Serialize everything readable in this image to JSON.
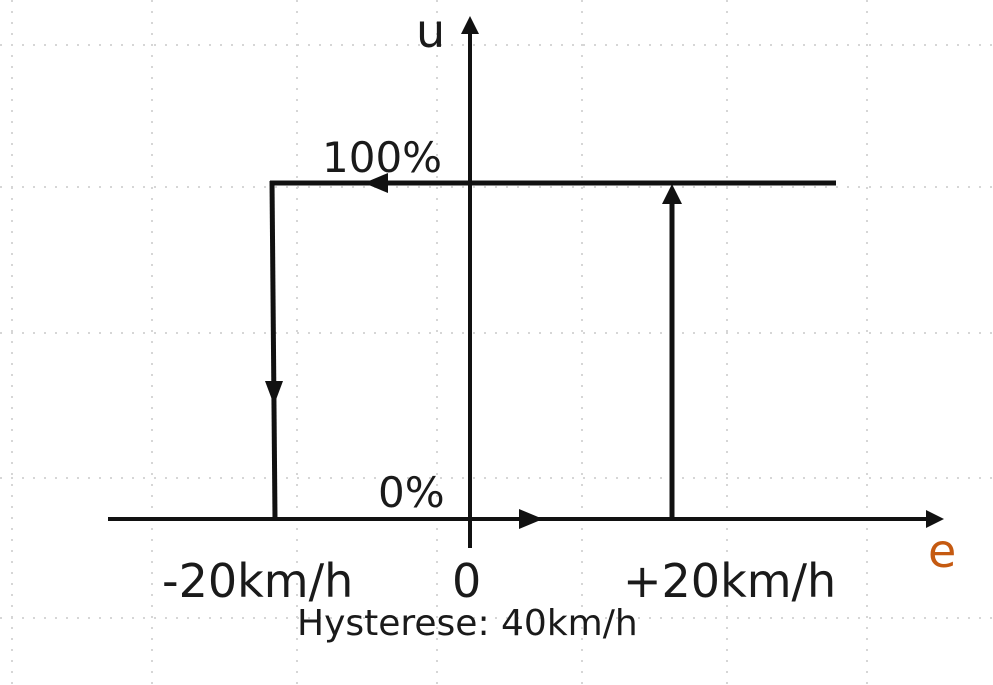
{
  "axes": {
    "y_label": "u",
    "x_label": "e",
    "x_label_color": "#c55a11"
  },
  "levels": {
    "top": "100%",
    "bottom": "0%"
  },
  "ticks": {
    "left": "-20km/h",
    "center": "0",
    "right": "+20km/h"
  },
  "caption": "Hysterese: 40km/h",
  "colors": {
    "line": "#111111",
    "grid": "#d6d6d6",
    "accent": "#c55a11"
  }
}
